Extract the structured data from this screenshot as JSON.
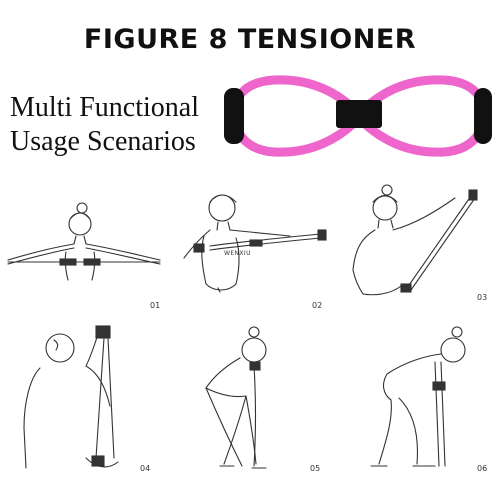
{
  "title": "FIGURE 8 TENSIONER",
  "subtitle_line1": "Multi Functional",
  "subtitle_line2": "Usage Scenarios",
  "brand_mark": "WENXIU",
  "colors": {
    "band": "#ee66cc",
    "handle": "#111111",
    "line_art": "#333333"
  },
  "panels": [
    {
      "number": "01"
    },
    {
      "number": "02"
    },
    {
      "number": "03"
    },
    {
      "number": "04"
    },
    {
      "number": "05"
    },
    {
      "number": "06"
    }
  ]
}
